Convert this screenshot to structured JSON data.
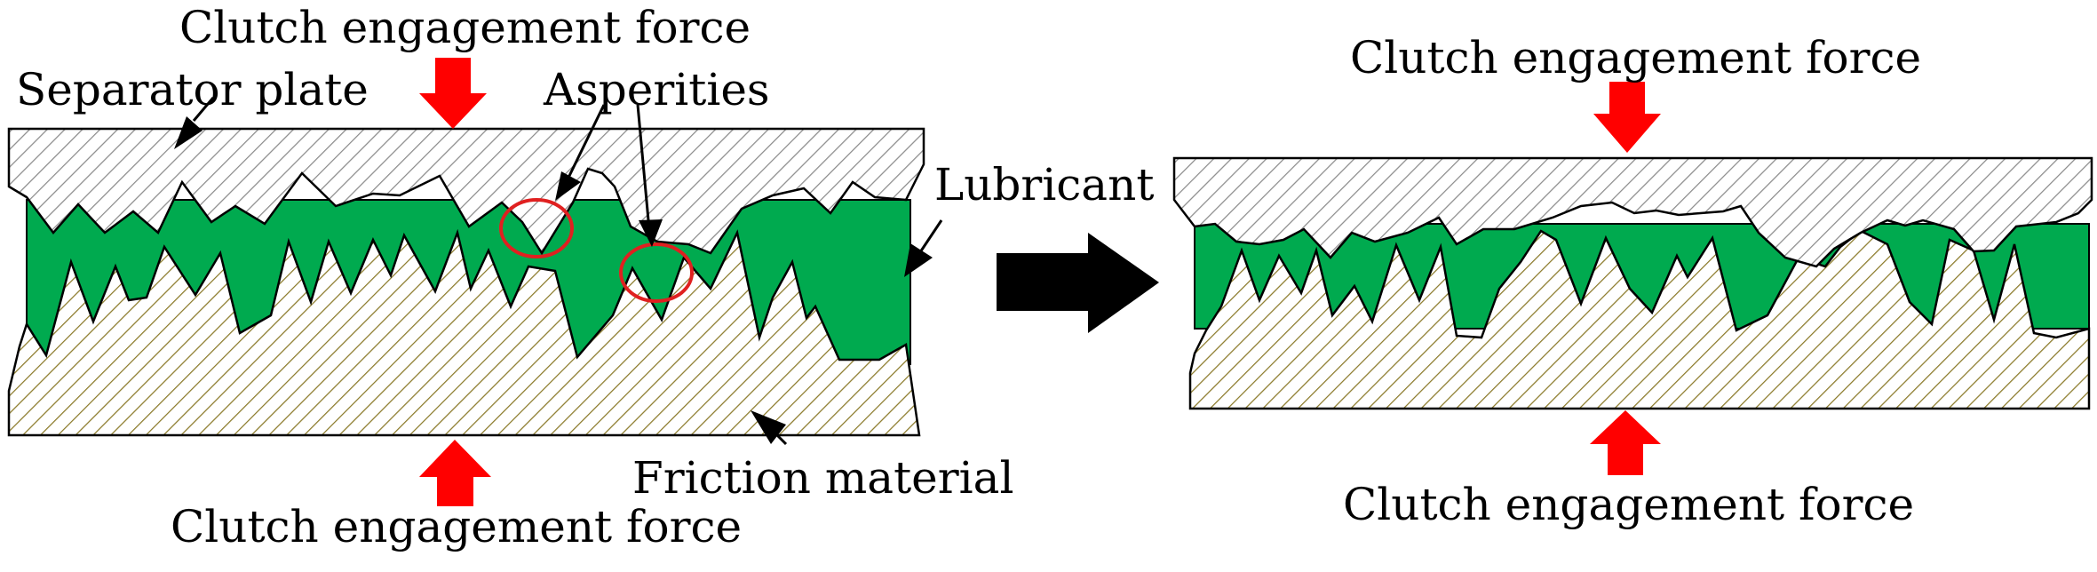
{
  "labels": {
    "left_top_force": "Clutch engagement force",
    "separator_plate": "Separator plate",
    "asperities": "Asperities",
    "lubricant": "Lubricant",
    "friction_material": "Friction material",
    "left_bottom_force": "Clutch engagement force",
    "right_top_force": "Clutch engagement force",
    "right_bottom_force": "Clutch engagement force"
  },
  "colors": {
    "lubricant": "#00aa4f",
    "force_arrow": "#ff0000",
    "asperity_circle": "#e02020",
    "separator_hatch": "#8c8c8c",
    "friction_hatch": "#8b7a2a",
    "process_arrow": "#000000"
  }
}
